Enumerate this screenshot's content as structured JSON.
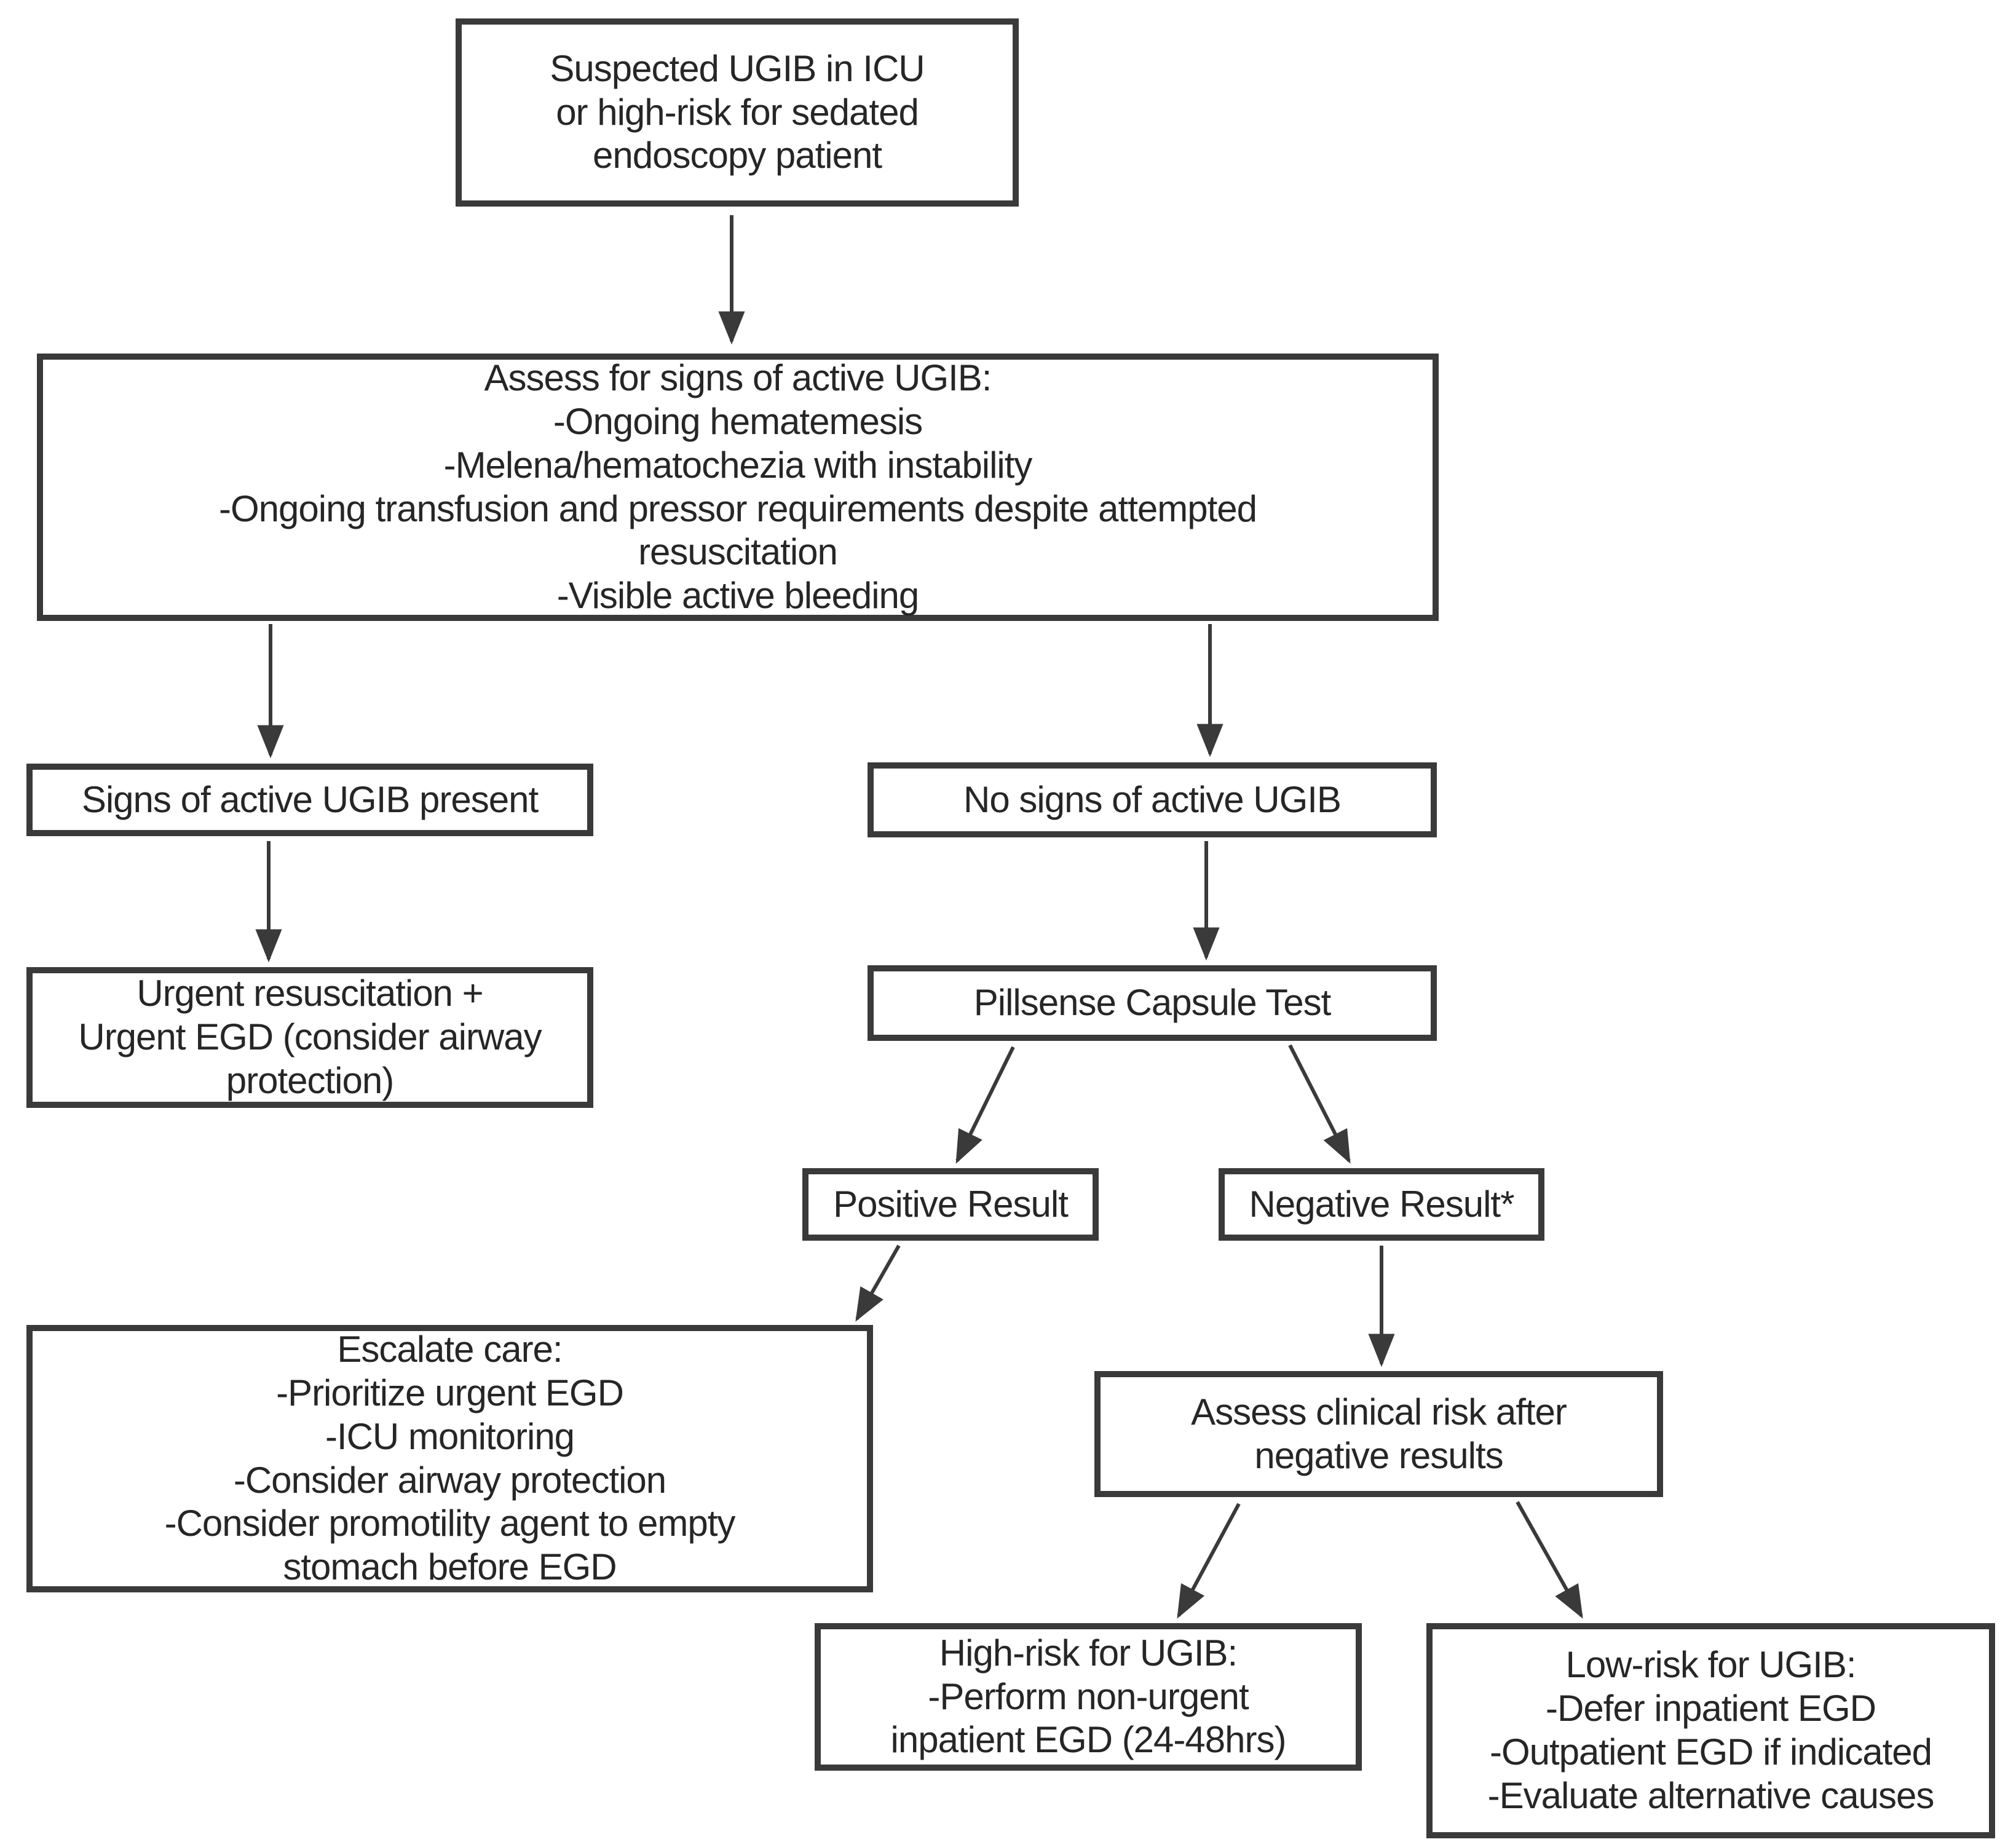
{
  "colors": {
    "border": "#3a3a3a",
    "text": "#262626",
    "arrow": "#3a3a3a",
    "bg": "#ffffff"
  },
  "flowchart": {
    "nodes": {
      "start": {
        "lines": [
          "Suspected UGIB in ICU",
          "or high-risk for sedated",
          "endoscopy patient"
        ]
      },
      "assess": {
        "lines": [
          "Assess for signs of active UGIB:",
          "-Ongoing hematemesis",
          "-Melena/hematochezia with instability",
          "-Ongoing transfusion and pressor requirements despite attempted",
          "resuscitation",
          "-Visible active bleeding"
        ]
      },
      "signs_present": {
        "lines": [
          "Signs of active UGIB present"
        ]
      },
      "no_signs": {
        "lines": [
          "No signs of active UGIB"
        ]
      },
      "urgent": {
        "lines": [
          "Urgent resuscitation +",
          "Urgent EGD (consider airway",
          "protection)"
        ]
      },
      "pillsense": {
        "lines": [
          "Pillsense Capsule Test"
        ]
      },
      "positive": {
        "lines": [
          "Positive Result"
        ]
      },
      "negative": {
        "lines": [
          "Negative Result*"
        ]
      },
      "escalate": {
        "lines": [
          "Escalate care:",
          "-Prioritize urgent EGD",
          "-ICU monitoring",
          "-Consider airway protection",
          "-Consider promotility agent to empty",
          "stomach before EGD"
        ]
      },
      "assess_risk": {
        "lines": [
          "Assess clinical risk after",
          "negative results"
        ]
      },
      "high_risk": {
        "lines": [
          "High-risk for UGIB:",
          "-Perform non-urgent",
          "inpatient EGD (24-48hrs)"
        ]
      },
      "low_risk": {
        "lines": [
          "Low-risk for UGIB:",
          "-Defer inpatient EGD",
          "-Outpatient EGD if indicated",
          "-Evaluate alternative causes"
        ]
      }
    }
  }
}
